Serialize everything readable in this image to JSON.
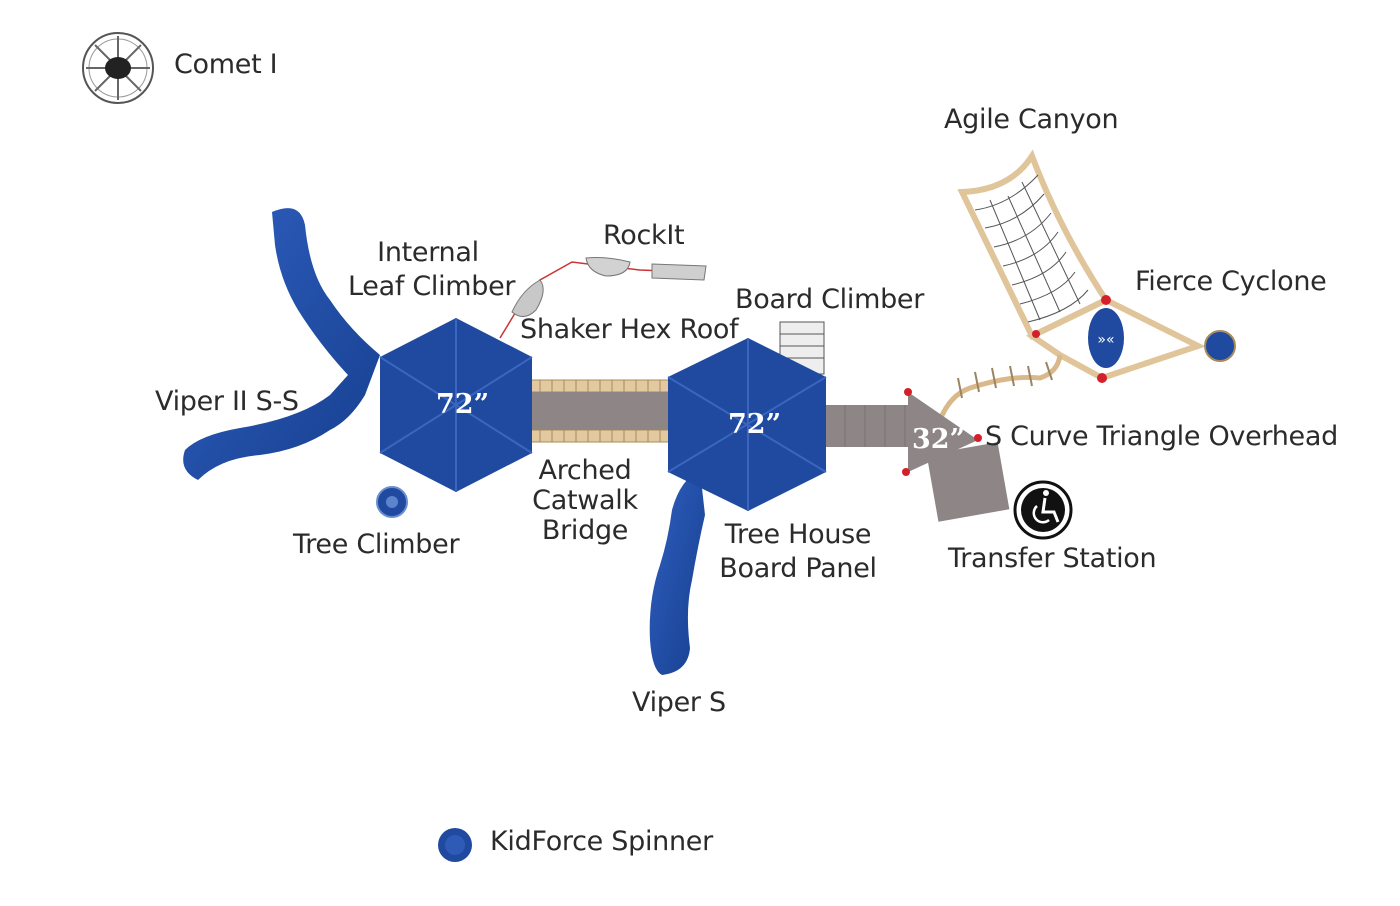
{
  "labels": {
    "comet": "Comet I",
    "agile_canyon": "Agile Canyon",
    "rockit": "RockIt",
    "internal_leaf_climber_1": "Internal",
    "internal_leaf_climber_2": "Leaf Climber",
    "board_climber": "Board Climber",
    "fierce_cyclone": "Fierce Cyclone",
    "shaker_hex_roof": "Shaker Hex Roof",
    "viper_ii": "Viper II S-S",
    "s_curve": "S Curve Triangle Overhead",
    "arched_1": "Arched",
    "arched_2": "Catwalk",
    "arched_3": "Bridge",
    "tree_climber": "Tree Climber",
    "tree_house_1": "Tree House",
    "tree_house_2": "Board Panel",
    "transfer_station": "Transfer Station",
    "viper_s": "Viper S",
    "kidforce_spinner": "KidForce Spinner"
  },
  "heights": {
    "deck_left": "72”",
    "deck_right": "72”",
    "deck_triangle": "32”"
  },
  "colors": {
    "equipment_blue": "#1f4aa0",
    "deck_gray": "#8e8686",
    "wood": "#e2c9a0",
    "anchor_red": "#d4202a",
    "text": "#2b2b2b"
  },
  "icons": {
    "accessibility": "wheelchair-icon"
  }
}
